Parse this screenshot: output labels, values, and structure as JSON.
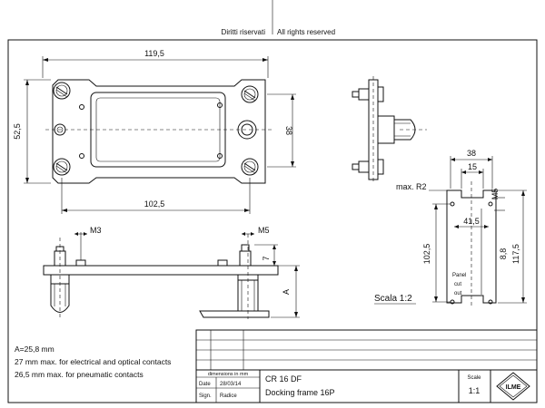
{
  "header": {
    "rights_it": "Diritti riservati",
    "rights_en": "All rights reserved"
  },
  "front_view": {
    "width_label": "119,5",
    "height_label": "52,5",
    "inner_width_label": "102,5",
    "side_height_label": "38"
  },
  "side_bottom_view": {
    "m3_label": "M3",
    "m5_label": "M5",
    "dim7_label": "7",
    "a_label": "A"
  },
  "cutout_view": {
    "width38_label": "38",
    "width15_label": "15",
    "radius_label": "max. R2",
    "m5_label": "M5",
    "width41_label": "41,5",
    "height102_label": "102,5",
    "height88_label": "8,8",
    "height117_label": "117,5",
    "panel_label_1": "Panel",
    "panel_label_2": "cut",
    "panel_label_3": "out"
  },
  "scale_note": "Scala  1:2",
  "notes": {
    "line1": "A=25,8  mm",
    "line2": "27  mm max. for electrical and optical contacts",
    "line3": "26,5  mm max. for pneumatic contacts"
  },
  "title_block": {
    "dimensions_label": "dimensions in mm",
    "date_label": "Date",
    "date_value": "28/03/14",
    "sign_label": "Sign.",
    "sign_value": "Radice",
    "part_code": "CR 16 DF",
    "part_name": "Docking frame 16P",
    "scale_label": "Scale",
    "scale_value": "1:1",
    "logo_text": "ILME"
  }
}
